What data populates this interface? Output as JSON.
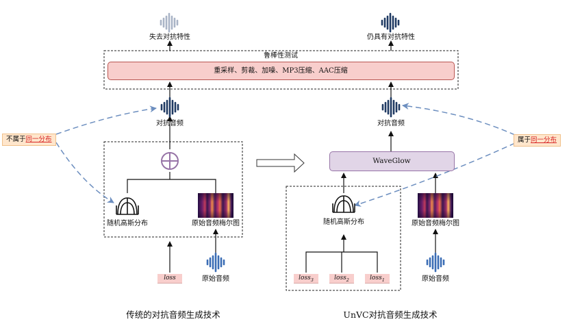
{
  "top_left_label": "失去对抗特性",
  "top_right_label": "仍具有对抗特性",
  "robust_title": "鲁棒性测试",
  "robust_ops": "重采样、剪裁、加噪、MP3压缩、AAC压缩",
  "adv_audio_left": "对抗音频",
  "adv_audio_right": "对抗音频",
  "tag_left": {
    "prefix": "不属于",
    "highlight": "同一分布"
  },
  "tag_right": {
    "prefix": "属于",
    "highlight": "同一分布"
  },
  "gaussian_left": "随机高斯分布",
  "gaussian_right": "随机高斯分布",
  "mel_left": "原始音频梅尔图",
  "mel_right": "原始音频梅尔图",
  "waveglow": "WaveGlow",
  "loss_left": "loss",
  "loss_right": [
    {
      "base": "loss",
      "sub": "3"
    },
    {
      "base": "loss",
      "sub": "2"
    },
    {
      "base": "loss",
      "sub": "1"
    }
  ],
  "orig_audio_left": "原始音频",
  "orig_audio_right": "原始音频",
  "caption_left": "传统的对抗音频生成技术",
  "caption_right": "UnVC对抗音频生成技术",
  "colors": {
    "pink": "#f8cecc",
    "purple": "#e1d5e7",
    "tag": "#ffe6cc",
    "wave_dark": "#1f3a63",
    "wave_blue": "#3b6db5",
    "wave_gray": "#a9b4c6",
    "dash_arrow": "#6c8ebf"
  }
}
